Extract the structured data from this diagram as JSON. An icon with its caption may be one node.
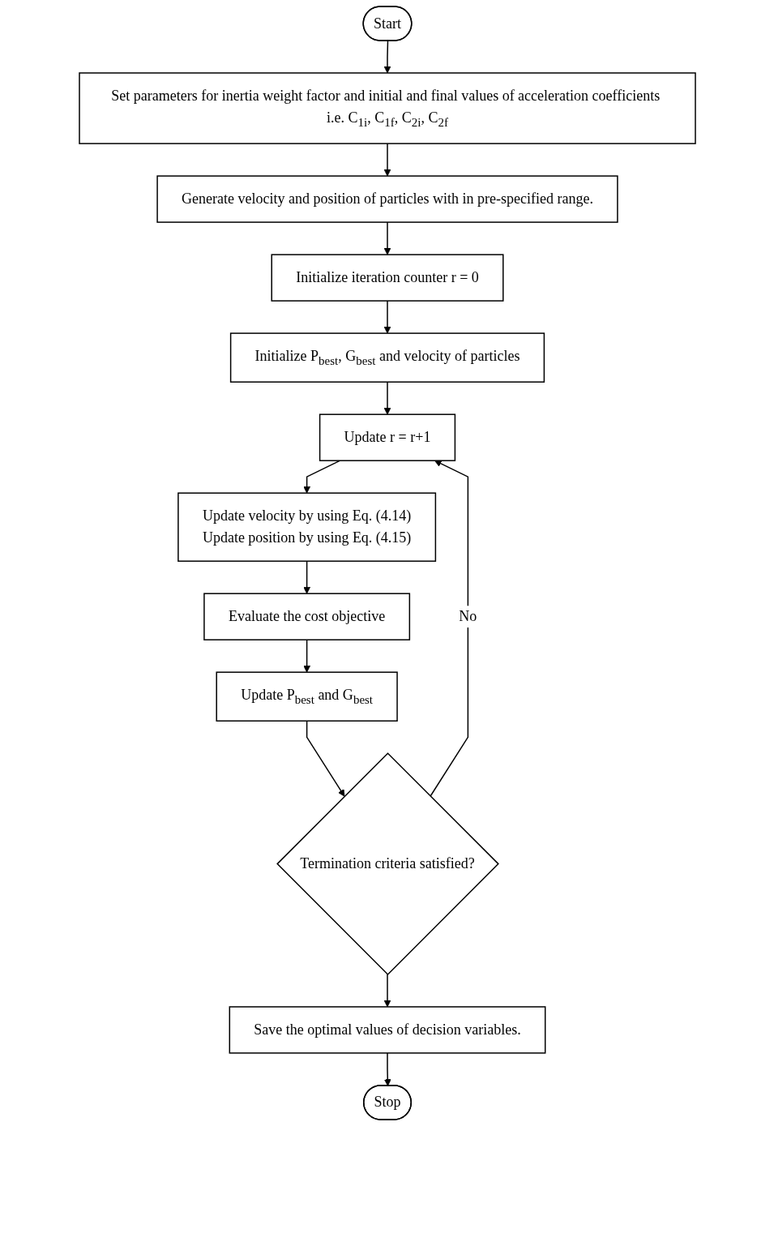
{
  "diagram": {
    "nodes": [
      {
        "text": [
          "Start"
        ]
      },
      {
        "text": [
          "Set parameters for inertia weight factor and initial and final values of acceleration coefficients i.e. C$_{1i}$, C$_{1f}$, C$_{2i}$, C$_{2f}$"
        ]
      },
      {
        "text": [
          "Generate velocity and position of particles with in pre-specified range."
        ]
      },
      {
        "text": [
          "Initialize iteration counter r = 0"
        ]
      },
      {
        "text": [
          "Initialize P$_{best}$, G$_{best}$ and velocity of particles"
        ]
      },
      {
        "text": [
          "Update r = r+1"
        ]
      },
      {
        "text": [
          "Update velocity by using Eq. (4.14)",
          "Update position by using Eq. (4.15)"
        ]
      },
      {
        "text": [
          "Evaluate the cost objective"
        ]
      },
      {
        "text": [
          "Update P$_{best}$ and G$_{best}$"
        ]
      },
      {
        "text": [
          "Termination criteria satisfied?"
        ]
      },
      {
        "text": [
          "Save the optimal values of decision variables."
        ]
      },
      {
        "text": [
          "Stop"
        ]
      }
    ],
    "edges": [
      {
        "from": 0,
        "to": 1,
        "arrow": "to"
      },
      {
        "from": 1,
        "to": 2,
        "arrow": "to"
      },
      {
        "from": 2,
        "to": 3,
        "arrow": "to"
      },
      {
        "from": 3,
        "to": 4,
        "arrow": "to"
      },
      {
        "from": 4,
        "to": 5,
        "arrow": "to"
      },
      {
        "from": 5,
        "to": 6,
        "arrow": "to"
      },
      {
        "from": 6,
        "to": 7,
        "arrow": "to"
      },
      {
        "from": 7,
        "to": 8,
        "arrow": "to"
      },
      {
        "from": 8,
        "to": 9,
        "arrow": "to"
      },
      {
        "from": 9,
        "to": 5,
        "arrow": "to",
        "label": "No"
      },
      {
        "from": 9,
        "to": 10,
        "arrow": "to"
      },
      {
        "from": 10,
        "to": 11,
        "arrow": "to"
      }
    ]
  }
}
